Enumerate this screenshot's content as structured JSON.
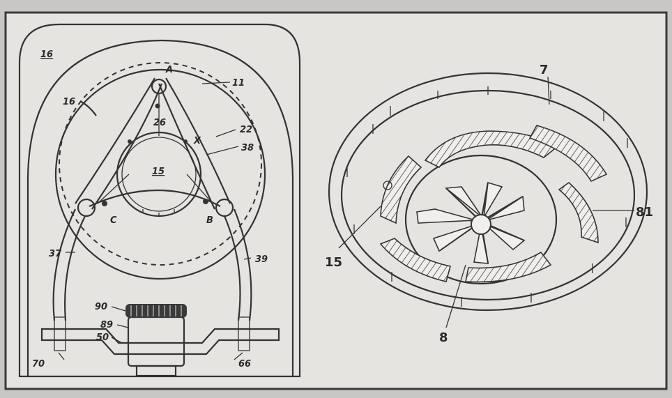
{
  "left_figure": {
    "labels": {
      "panel": "16",
      "A": "A",
      "B": "B",
      "C": "C",
      "X": "X",
      "center": "15",
      "pivot": "26",
      "n11": "11",
      "n16": "16",
      "n22": "22",
      "n38": "38",
      "n37": "37",
      "n39": "39",
      "n90": "90",
      "n89": "89",
      "n50": "50",
      "n70": "70",
      "n66": "66"
    }
  },
  "right_figure": {
    "labels": {
      "n7": "7",
      "n81": "81",
      "n15": "15",
      "n8": "8"
    }
  },
  "colors": {
    "paper": "#e6e4e1",
    "ink": "#333333",
    "background": "#c9c7c4"
  }
}
